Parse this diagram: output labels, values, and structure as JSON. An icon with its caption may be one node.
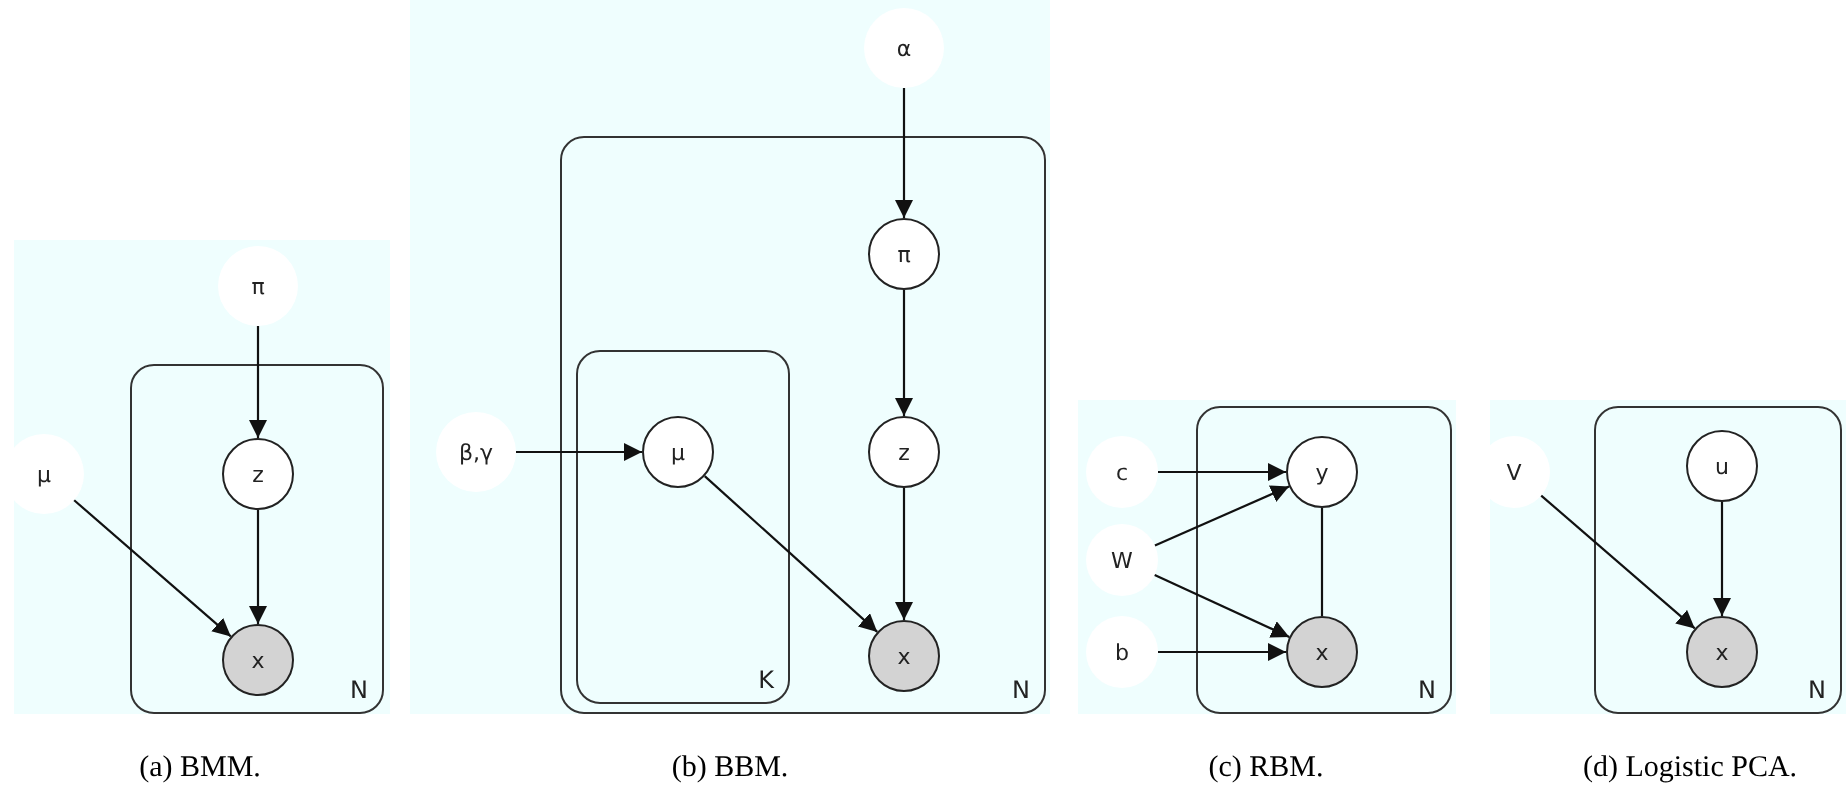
{
  "diagram": {
    "nodes": [
      {
        "text": [
          "π"
        ]
      },
      {
        "text": [
          "N"
        ]
      },
      {
        "text": [
          "z"
        ],
        "in": 1
      },
      {
        "text": [
          "x"
        ],
        "in": 1
      },
      {
        "text": [
          "μ"
        ]
      },
      {
        "text": [
          "α"
        ]
      },
      {
        "text": [
          "N"
        ]
      },
      {
        "text": [
          "π"
        ],
        "in": 6
      },
      {
        "text": [
          "K"
        ],
        "in": 6
      },
      {
        "text": [
          "μ"
        ],
        "in": 8
      },
      {
        "text": [
          "z"
        ],
        "in": 6
      },
      {
        "text": [
          "x"
        ],
        "in": 6
      },
      {
        "text": [
          "β,γ"
        ]
      },
      {
        "text": [
          "N"
        ]
      },
      {
        "text": [
          "c"
        ]
      },
      {
        "text": [
          "y"
        ],
        "in": 13
      },
      {
        "text": [
          "W"
        ]
      },
      {
        "text": [
          "x"
        ],
        "in": 13
      },
      {
        "text": [
          "b"
        ]
      },
      {
        "text": [
          "V"
        ]
      },
      {
        "text": [
          "N"
        ]
      },
      {
        "text": [
          "u"
        ],
        "in": 20
      },
      {
        "text": [
          "x"
        ],
        "in": 20
      }
    ],
    "edges": [
      {
        "from": 0,
        "to": 2,
        "arrow": "to"
      },
      {
        "from": 2,
        "to": 3,
        "arrow": "to"
      },
      {
        "from": 4,
        "to": 3,
        "arrow": "to"
      },
      {
        "from": 5,
        "to": 7,
        "arrow": "to"
      },
      {
        "from": 7,
        "to": 10,
        "arrow": "to"
      },
      {
        "from": 10,
        "to": 11,
        "arrow": "to"
      },
      {
        "from": 12,
        "to": 9,
        "arrow": "to"
      },
      {
        "from": 9,
        "to": 11,
        "arrow": "to"
      },
      {
        "from": 14,
        "to": 15,
        "arrow": "to"
      },
      {
        "from": 16,
        "to": 15,
        "arrow": "to"
      },
      {
        "from": 16,
        "to": 17,
        "arrow": "to"
      },
      {
        "from": 18,
        "to": 17,
        "arrow": "to"
      },
      {
        "from": 15,
        "to": 17,
        "arrow": "none"
      },
      {
        "from": 19,
        "to": 22,
        "arrow": "to"
      },
      {
        "from": 21,
        "to": 22,
        "arrow": "to"
      }
    ],
    "labels": [
      "(a) BMM.",
      "(b) BBM.",
      "(c) RBM.",
      "(d) Logistic PCA."
    ]
  }
}
